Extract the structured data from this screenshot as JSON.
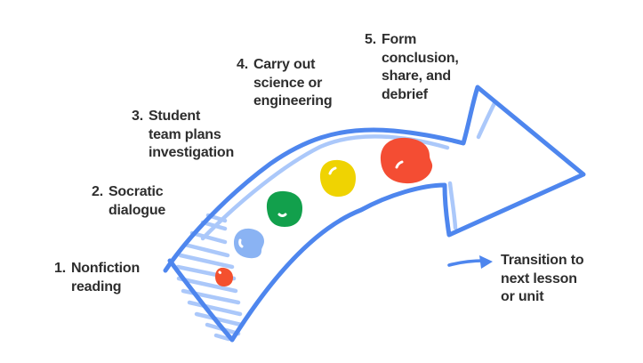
{
  "diagram": {
    "steps": [
      {
        "number": "1.",
        "lines": [
          "Nonfiction",
          "reading"
        ]
      },
      {
        "number": "2.",
        "lines": [
          "Socratic",
          "dialogue"
        ]
      },
      {
        "number": "3.",
        "lines": [
          "Student",
          "team plans",
          "investigation"
        ]
      },
      {
        "number": "4.",
        "lines": [
          "Carry out",
          "science or",
          "engineering"
        ]
      },
      {
        "number": "5.",
        "lines": [
          "Form",
          "conclusion,",
          "share, and",
          "debrief"
        ]
      }
    ],
    "transition_note": {
      "lines": [
        "Transition to",
        "next lesson",
        "or unit"
      ]
    },
    "colors": {
      "arrow_blue": "#4e86ee",
      "accent_light_blue": "#abc8fa",
      "highlight_white": "#ffffff",
      "text": "#2e2e2e",
      "background": "#ffffff"
    },
    "dots": [
      {
        "name": "step-1-dot",
        "color": "#f4502e"
      },
      {
        "name": "step-2-dot",
        "color": "#8ab3f3"
      },
      {
        "name": "step-3-dot",
        "color": "#12a04c"
      },
      {
        "name": "step-4-dot",
        "color": "#efd302"
      },
      {
        "name": "step-5-dot",
        "color": "#f44d33"
      }
    ],
    "icons": {
      "main": "process-flow-arrow-icon",
      "transition": "right-arrow-icon"
    }
  }
}
